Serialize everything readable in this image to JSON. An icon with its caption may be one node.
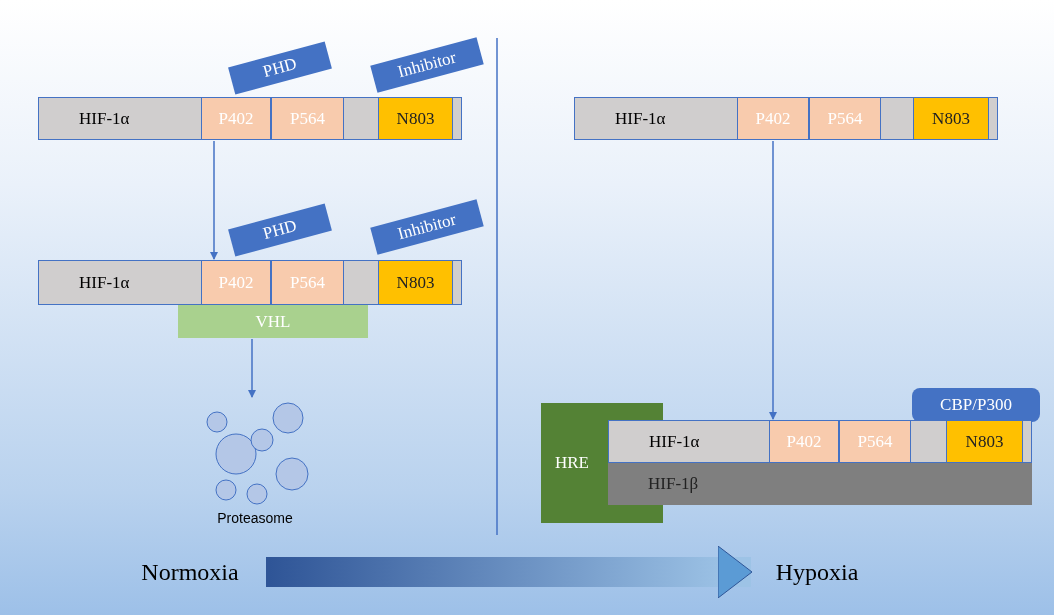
{
  "diagram": {
    "nodes": [
      {
        "text": [
          "HIF-1α"
        ]
      },
      {
        "text": [
          "P402"
        ],
        "in": 0
      },
      {
        "text": [
          "P564"
        ],
        "in": 0
      },
      {
        "text": [
          "N803"
        ],
        "in": 0
      },
      {
        "text": [
          "PHD"
        ]
      },
      {
        "text": [
          "Inhibitor"
        ]
      },
      {
        "text": [
          "HIF-1α"
        ]
      },
      {
        "text": [
          "P402"
        ],
        "in": 6
      },
      {
        "text": [
          "P564"
        ],
        "in": 6
      },
      {
        "text": [
          "N803"
        ],
        "in": 6
      },
      {
        "text": [
          "PHD"
        ]
      },
      {
        "text": [
          "Inhibitor"
        ]
      },
      {
        "text": [
          "VHL"
        ]
      },
      {
        "text": [
          "Proteasome"
        ]
      },
      {
        "text": [
          "HIF-1α"
        ]
      },
      {
        "text": [
          "P402"
        ],
        "in": 14
      },
      {
        "text": [
          "P564"
        ],
        "in": 14
      },
      {
        "text": [
          "N803"
        ],
        "in": 14
      },
      {
        "text": [
          "HRE"
        ]
      },
      {
        "text": [
          "HIF-1α"
        ]
      },
      {
        "text": [
          "P402"
        ],
        "in": 19
      },
      {
        "text": [
          "P564"
        ],
        "in": 19
      },
      {
        "text": [
          "N803"
        ],
        "in": 19
      },
      {
        "text": [
          "HIF-1β"
        ]
      },
      {
        "text": [
          "CBP/P300"
        ]
      },
      {
        "text": [
          "Normoxia"
        ]
      },
      {
        "text": [
          "Hypoxia"
        ]
      }
    ],
    "edges": [
      {
        "from": 0,
        "to": 6,
        "arrow": "to"
      },
      {
        "from": 12,
        "to": 13,
        "arrow": "to"
      },
      {
        "from": 14,
        "to": 19,
        "arrow": "to"
      },
      {
        "from": 25,
        "to": 26,
        "arrow": "to",
        "style": "thick"
      }
    ]
  }
}
